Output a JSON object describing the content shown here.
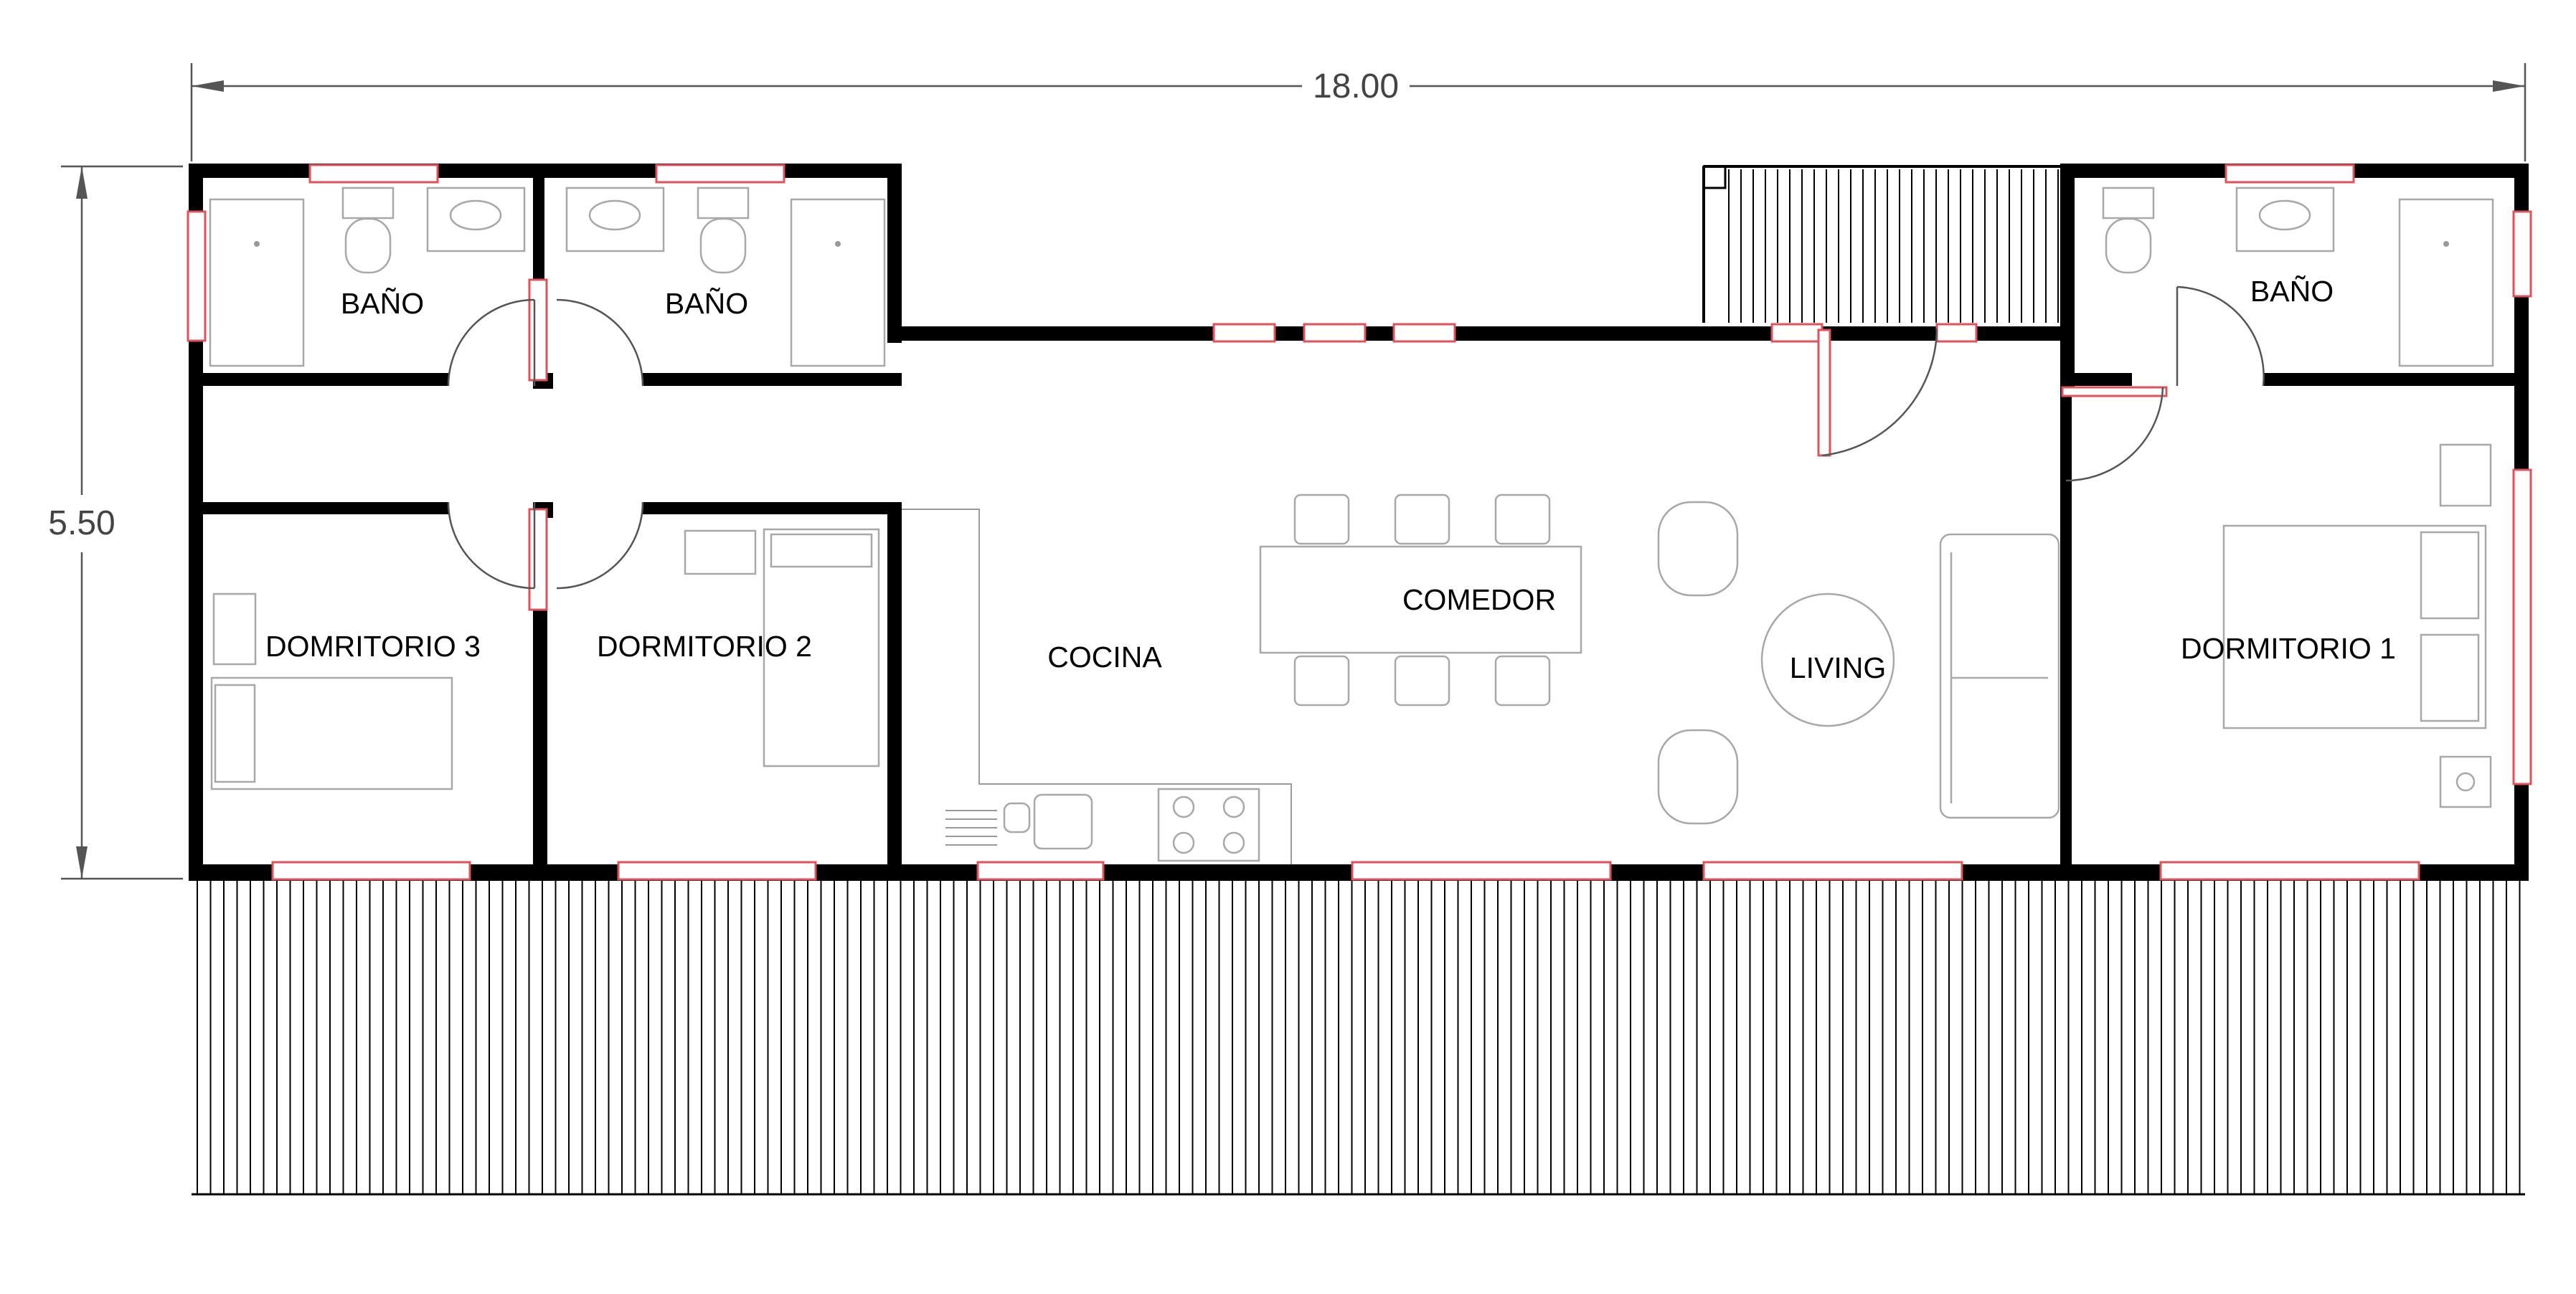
{
  "dimensions": {
    "width_label": "18.00",
    "height_label": "5.50"
  },
  "rooms": {
    "bano_1": "BAÑO",
    "bano_2": "BAÑO",
    "bano_3": "BAÑO",
    "dormitorio_3": "DOMRITORIO 3",
    "dormitorio_2": "DORMITORIO 2",
    "dormitorio_1": "DORMITORIO 1",
    "cocina": "COCINA",
    "comedor": "COMEDOR",
    "living": "LIVING"
  },
  "colors": {
    "walls": "#000000",
    "windows": "#e0525a",
    "furniture": "#8a8a8a",
    "dimension": "#555555"
  }
}
